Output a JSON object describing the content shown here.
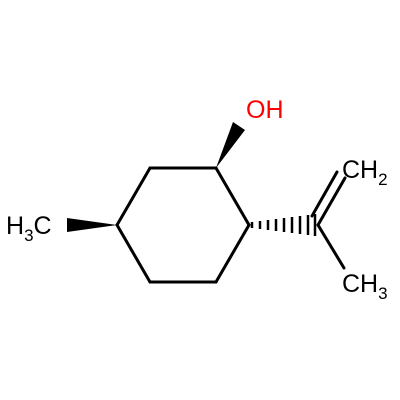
{
  "molecule": {
    "labels": {
      "hydroxyl": {
        "text": "OH",
        "color": "#ff0000"
      },
      "methyl_left": {
        "main": "H",
        "sub": "3",
        "tail": "C",
        "color": "#000000"
      },
      "methylene": {
        "main": "CH",
        "sub": "2",
        "color": "#000000"
      },
      "methyl_right": {
        "main": "CH",
        "sub": "3",
        "color": "#000000"
      }
    },
    "bond_color": "#000000"
  }
}
